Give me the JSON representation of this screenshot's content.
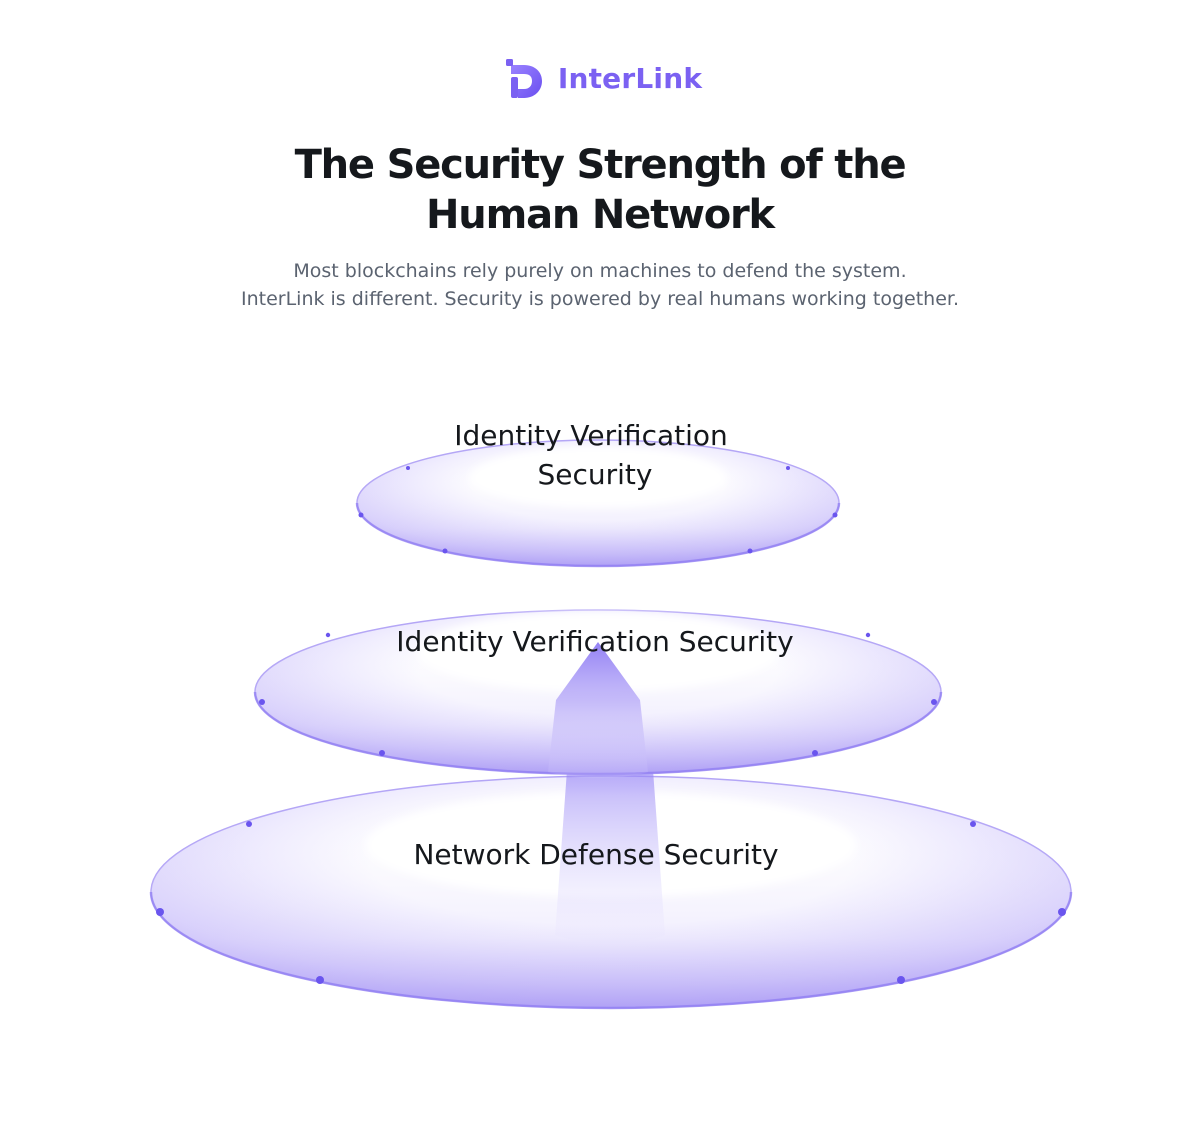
{
  "brand": {
    "name": "InterLink",
    "accent_color": "#7b61f2",
    "logo_icon": "interlink-logo-icon"
  },
  "header": {
    "title_line1": "The Security Strength of the",
    "title_line2": "Human Network",
    "subtitle_line1": "Most blockchains rely purely on machines to defend the system.",
    "subtitle_line2": "InterLink is different. Security is powered by real humans working together."
  },
  "layers": {
    "top": {
      "label_line1": "Identity Verification",
      "label_line2": "Security"
    },
    "middle": {
      "label": "Identity Verification Security"
    },
    "bottom": {
      "label": "Network Defense Security"
    }
  },
  "colors": {
    "disc_fill": "#d8d1fb",
    "disc_stroke": "#a999f4",
    "node": "#6a55ee",
    "text": "#15181c",
    "subtitle": "#5b6370"
  }
}
